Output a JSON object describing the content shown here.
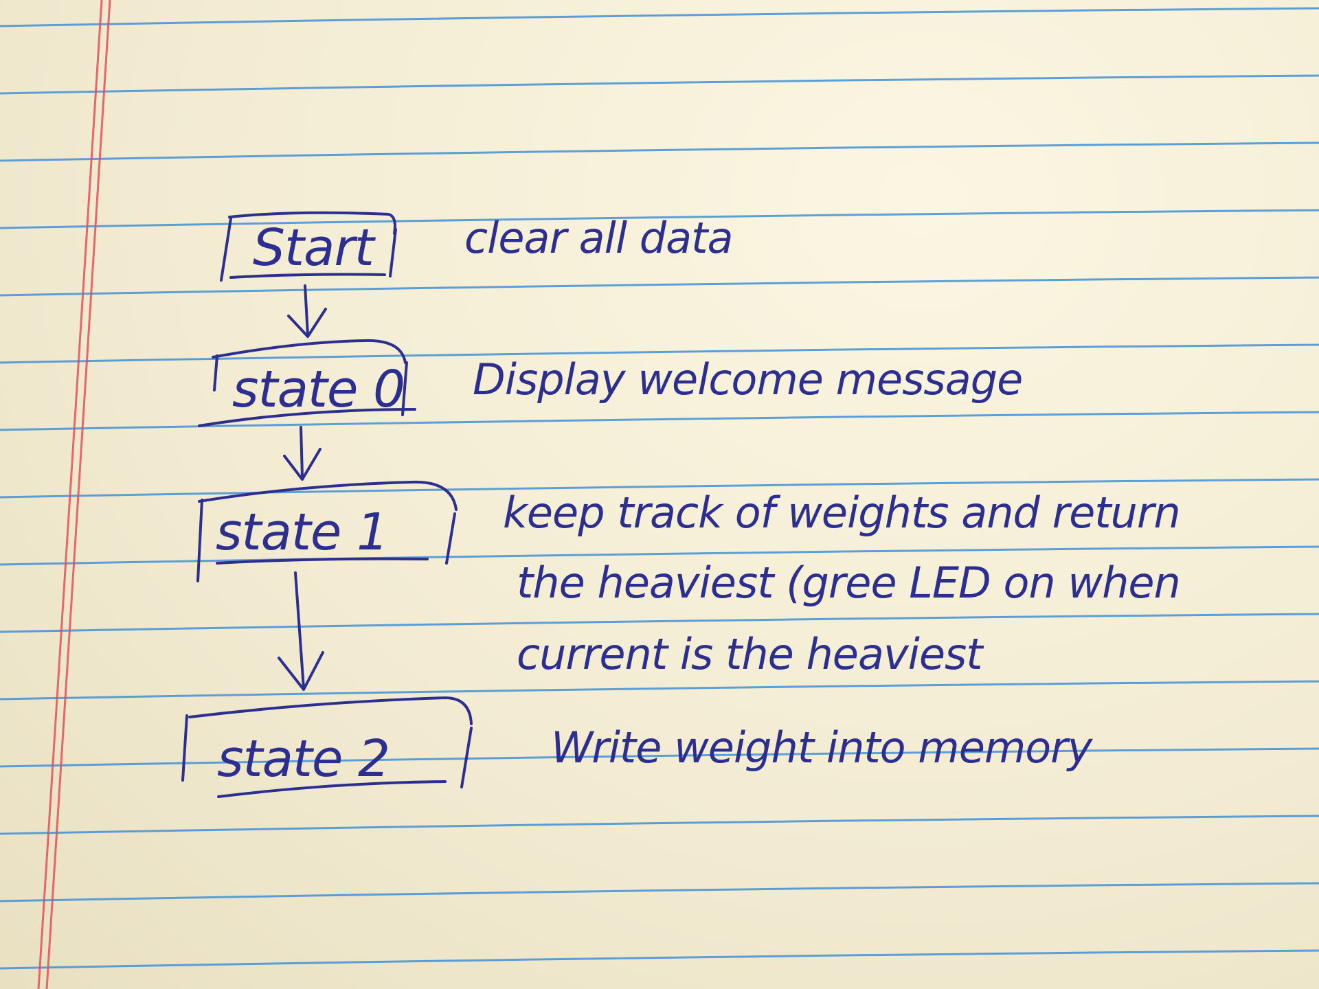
{
  "paper": {
    "rule_color": "#3f8fd8",
    "margin_color": "#e0505a",
    "ink_color": "#2c2f8f"
  },
  "diagram": {
    "states": [
      {
        "id": "start",
        "label": "Start",
        "note": [
          "clear all data"
        ]
      },
      {
        "id": "state0",
        "label": "state 0",
        "note": [
          "Display welcome message"
        ]
      },
      {
        "id": "state1",
        "label": "state 1",
        "note": [
          "keep track of weights and return",
          "the heaviest (gree LED on when",
          "current is the heaviest"
        ]
      },
      {
        "id": "state2",
        "label": "state 2",
        "note": [
          "Write weight into memory"
        ]
      }
    ],
    "transitions": [
      {
        "from": "start",
        "to": "state0"
      },
      {
        "from": "state0",
        "to": "state1"
      },
      {
        "from": "state1",
        "to": "state2"
      }
    ]
  }
}
